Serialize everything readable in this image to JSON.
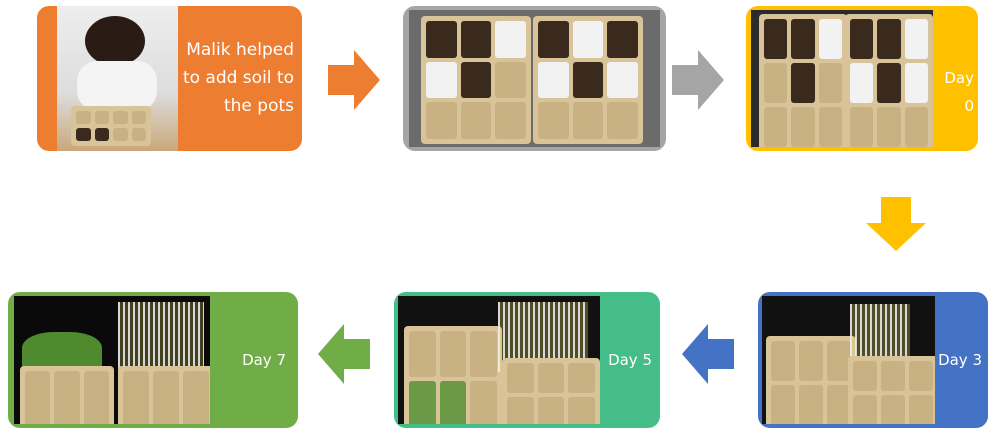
{
  "steps": [
    {
      "label": "Malik helped to add soil to the pots",
      "color": "#ED7D31"
    },
    {
      "label": "",
      "color": "#A5A5A5"
    },
    {
      "label": "Day 0",
      "color": "#FFC000"
    },
    {
      "label": "Day 3",
      "color": "#4472C4"
    },
    {
      "label": "Day 5",
      "color": "#45BD89"
    },
    {
      "label": "Day 7",
      "color": "#70AD47"
    }
  ],
  "arrows": [
    "right",
    "right",
    "down",
    "left",
    "left"
  ]
}
